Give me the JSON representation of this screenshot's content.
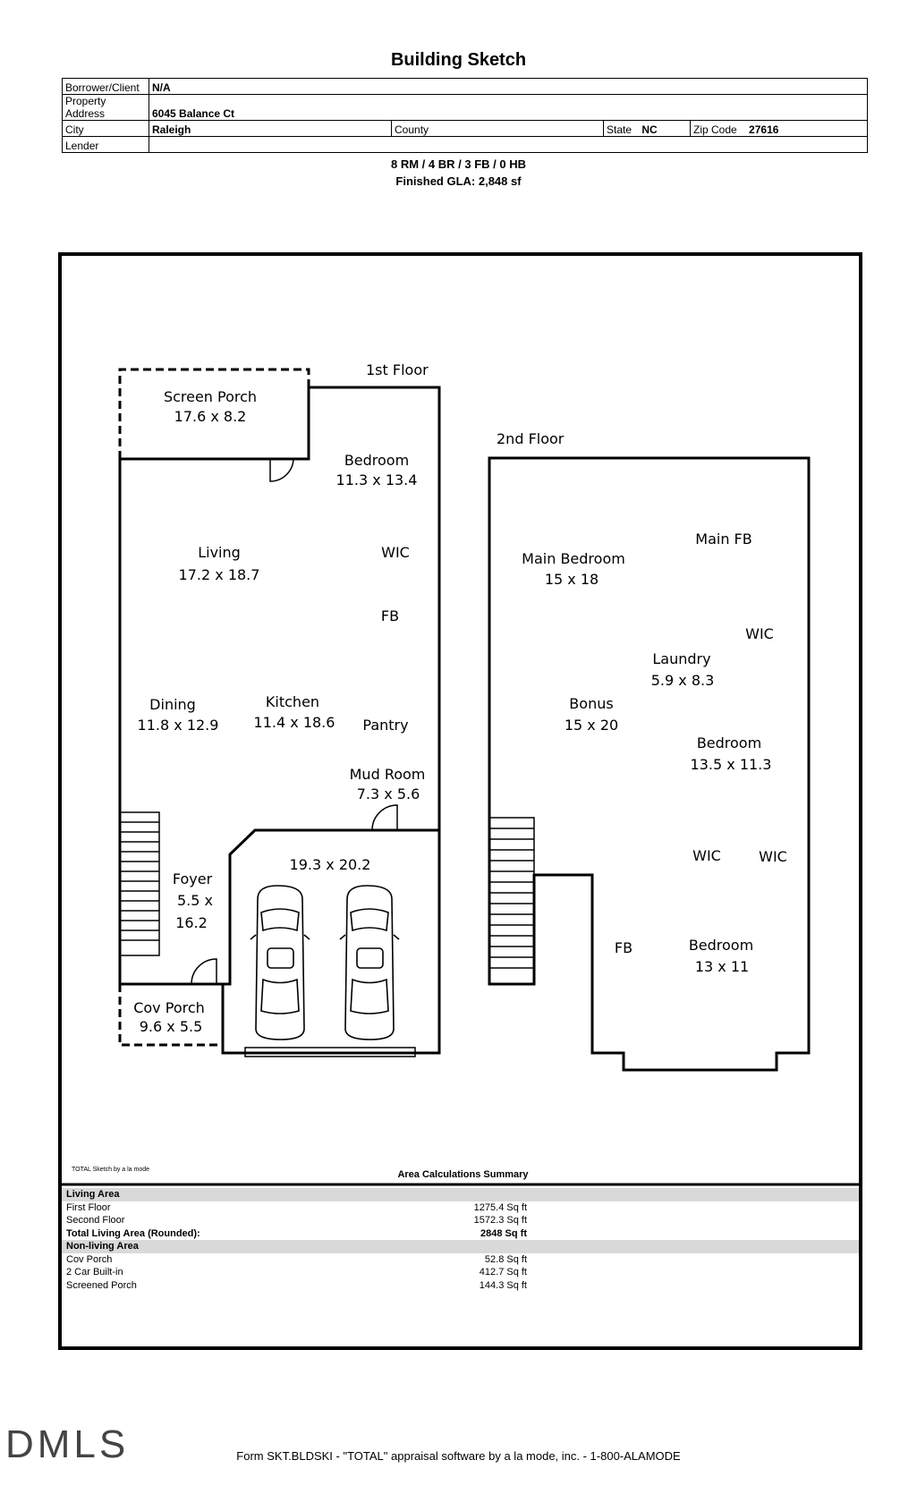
{
  "header": {
    "title": "Building Sketch",
    "borrower_label": "Borrower/Client",
    "borrower_value": "N/A",
    "address_label": "Property Address",
    "address_value": "6045 Balance Ct",
    "city_label": "City",
    "city_value": "Raleigh",
    "county_label": "County",
    "county_value": "",
    "state_label": "State",
    "state_value": "NC",
    "zip_label": "Zip Code",
    "zip_value": "27616",
    "lender_label": "Lender",
    "lender_value": ""
  },
  "summary": {
    "rooms": "8 RM / 4 BR / 3 FB / 0 HB",
    "gla": "Finished GLA: 2,848 sf"
  },
  "first_floor": {
    "label": "1st Floor",
    "screen_porch_name": "Screen Porch",
    "screen_porch_dim": "17.6 x 8.2",
    "bedroom_name": "Bedroom",
    "bedroom_dim": "11.3 x 13.4",
    "living_name": "Living",
    "living_dim": "17.2 x 18.7",
    "wic": "WIC",
    "fb": "FB",
    "dining_name": "Dining",
    "dining_dim": "11.8 x 12.9",
    "kitchen_name": "Kitchen",
    "kitchen_dim": "11.4 x 18.6",
    "pantry": "Pantry",
    "mud_room_name": "Mud Room",
    "mud_room_dim": "7.3 x 5.6",
    "garage_dim": "19.3 x 20.2",
    "foyer_name": "Foyer",
    "foyer_dim_1": "5.5 x",
    "foyer_dim_2": "16.2",
    "cov_porch_name": "Cov Porch",
    "cov_porch_dim": "9.6 x 5.5"
  },
  "second_floor": {
    "label": "2nd Floor",
    "main_bedroom_name": "Main Bedroom",
    "main_bedroom_dim": "15 x 18",
    "main_fb": "Main FB",
    "wic_1": "WIC",
    "laundry_name": "Laundry",
    "laundry_dim": "5.9 x 8.3",
    "bonus_name": "Bonus",
    "bonus_dim": "15 x 20",
    "bedroom_a_name": "Bedroom",
    "bedroom_a_dim": "13.5 x 11.3",
    "wic_2": "WIC",
    "wic_3": "WIC",
    "fb": "FB",
    "bedroom_b_name": "Bedroom",
    "bedroom_b_dim": "13 x 11"
  },
  "calc": {
    "credit": "TOTAL Sketch by a la mode",
    "title": "Area Calculations Summary",
    "living_header": "Living Area",
    "living_rows": [
      {
        "name": "First Floor",
        "area": "1275.4 Sq ft"
      },
      {
        "name": "Second Floor",
        "area": "1572.3 Sq ft"
      }
    ],
    "total_name": "Total Living Area (Rounded):",
    "total_area": "2848 Sq ft",
    "nonliving_header": "Non-living Area",
    "nonliving_rows": [
      {
        "name": "Cov Porch",
        "area": "52.8 Sq ft"
      },
      {
        "name": "2 Car Built-in",
        "area": "412.7 Sq ft"
      },
      {
        "name": "Screened Porch",
        "area": "144.3 Sq ft"
      }
    ]
  },
  "footer": "Form SKT.BLDSKI - \"TOTAL\" appraisal software by a la mode, inc. - 1-800-ALAMODE",
  "logo": "DMLS"
}
